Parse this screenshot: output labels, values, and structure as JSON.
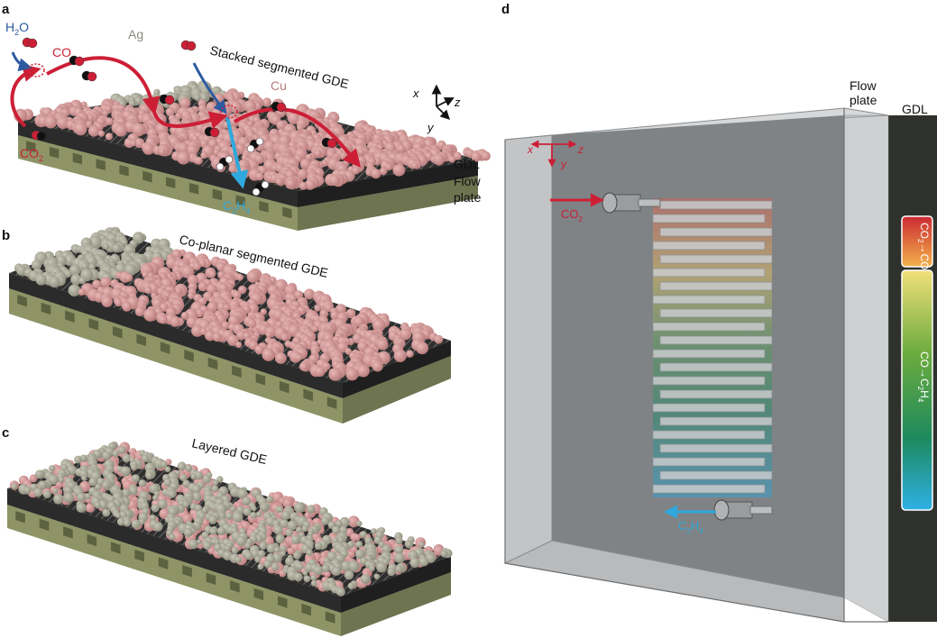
{
  "panels": {
    "a": {
      "letter": "a",
      "title": "Stacked segmented GDE",
      "h2o": {
        "main": "H",
        "sub": "2",
        "tail": "O"
      },
      "co": "CO",
      "co2": {
        "main": "CO",
        "sub": "2"
      },
      "ag": "Ag",
      "cu": "Cu",
      "c2h4": {
        "c": "C",
        "sub1": "2",
        "h": "H",
        "sub2": "4"
      },
      "gdl": "GDL",
      "flow1": "Flow",
      "flow2": "plate",
      "axes": {
        "x": "x",
        "y": "y",
        "z": "z"
      }
    },
    "b": {
      "letter": "b",
      "title": "Co-planar segmented GDE"
    },
    "c": {
      "letter": "c",
      "title": "Layered GDE"
    },
    "d": {
      "letter": "d",
      "flow1": "Flow",
      "flow2": "plate",
      "gdl": "GDL",
      "co2": {
        "main": "CO",
        "sub": "2"
      },
      "c2h4": {
        "c": "C",
        "sub1": "2",
        "h": "H",
        "sub2": "4"
      },
      "axes": {
        "x": "x",
        "y": "y",
        "z": "z"
      },
      "seg1": {
        "a": "CO",
        "s": "2",
        "b": "→CO"
      },
      "seg2": {
        "a": "CO→C",
        "s1": "2",
        "b": "H",
        "s2": "4"
      }
    }
  },
  "colors": {
    "copper": "#c98e8e",
    "silver": "#a3a292",
    "plate": "#8e9466",
    "gdl": "#3a3a3a",
    "red_arrow": "#cc1f36",
    "blue_arrow": "#2fa8dd",
    "water_arrow": "#2c5aa0"
  }
}
